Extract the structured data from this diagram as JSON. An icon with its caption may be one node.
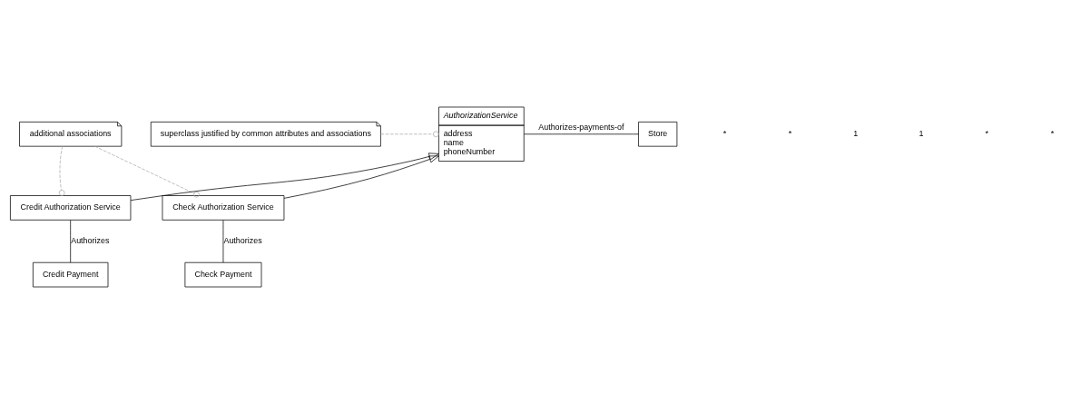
{
  "diagram": {
    "nodes": [
      {
        "text": [
          "superclass justified by common attributes and associations"
        ]
      },
      {
        "text": [
          "AuthorizationService",
          "address",
          "name",
          "phoneNumber"
        ]
      },
      {
        "text": [
          "Store"
        ]
      },
      {
        "text": [
          "additional associations"
        ]
      },
      {
        "text": [
          "Credit Authorization Service"
        ]
      },
      {
        "text": [
          "Check Authorization Service"
        ]
      },
      {
        "text": [
          "Credit Payment"
        ]
      },
      {
        "text": [
          "Check Payment"
        ]
      }
    ],
    "edges": [
      {
        "from": 1,
        "to": 2,
        "arrow": "none",
        "label": "Authorizes-payments-of"
      },
      {
        "from": 0,
        "to": 1,
        "arrow": "other",
        "style": "dashed",
        "color": "#aaaaaa"
      },
      {
        "from": 4,
        "to": 1,
        "arrow": "to"
      },
      {
        "from": 5,
        "to": 1,
        "arrow": "to"
      },
      {
        "from": 3,
        "to": 4,
        "arrow": "other",
        "style": "dashed",
        "color": "#aaaaaa"
      },
      {
        "from": 3,
        "to": 5,
        "arrow": "other",
        "style": "dashed",
        "color": "#aaaaaa"
      },
      {
        "from": 4,
        "to": 6,
        "arrow": "none",
        "label": "Authorizes"
      },
      {
        "from": 5,
        "to": 7,
        "arrow": "none",
        "label": "Authorizes"
      }
    ],
    "labels": [
      "*",
      "*",
      "1",
      "1",
      "*",
      "*"
    ]
  }
}
